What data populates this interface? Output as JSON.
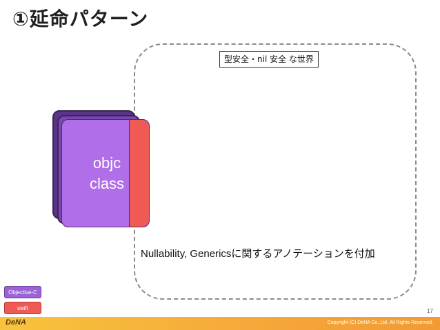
{
  "slide": {
    "title": "①延命パターン",
    "world_label": "型安全・nil 安全 な世界",
    "card_text": "objc\nclass",
    "annotation": "Nullability, Genericsに関するアノテーションを付加",
    "page_number": "17"
  },
  "legend": {
    "objc": "Objective-C",
    "swift": "swift"
  },
  "footer": {
    "logo": "DeNA",
    "copyright": "Copyright (C) DeNA Co.,Ltd. All Rights Reserved."
  },
  "colors": {
    "objc_purple": "#b06ee8",
    "swift_red": "#ef5a55",
    "footer_orange": "#f6a93a"
  }
}
